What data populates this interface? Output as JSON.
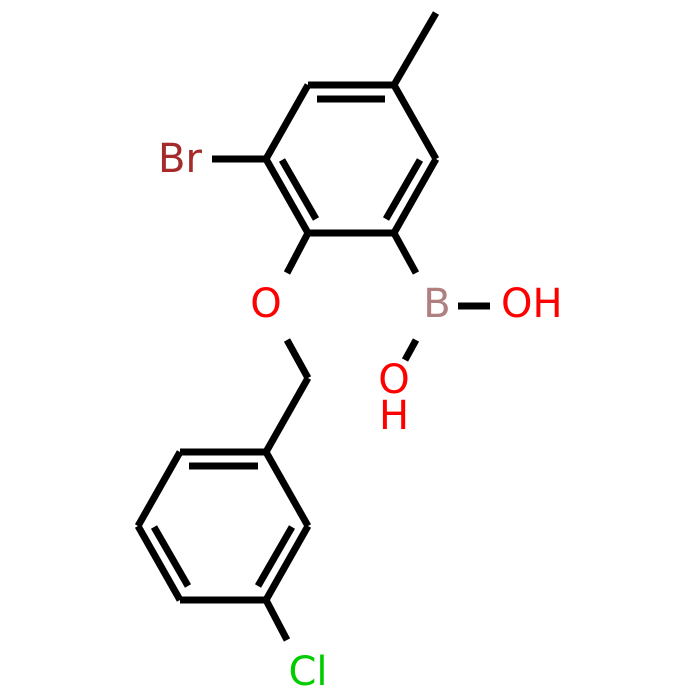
{
  "molecule": {
    "atoms": {
      "br": {
        "label": "Br",
        "color": "#a52a2a"
      },
      "o_ether": {
        "label": "O",
        "color": "#ff0000"
      },
      "b": {
        "label": "B",
        "color": "#b07f7f"
      },
      "oh_right": {
        "label": "OH",
        "color": "#ff0000"
      },
      "o_lower": {
        "label": "O",
        "color": "#ff0000"
      },
      "h_lower": {
        "label": "H",
        "color": "#ff0000"
      },
      "cl": {
        "label": "Cl",
        "color": "#00cc00"
      }
    },
    "bond_color": "#000000"
  }
}
